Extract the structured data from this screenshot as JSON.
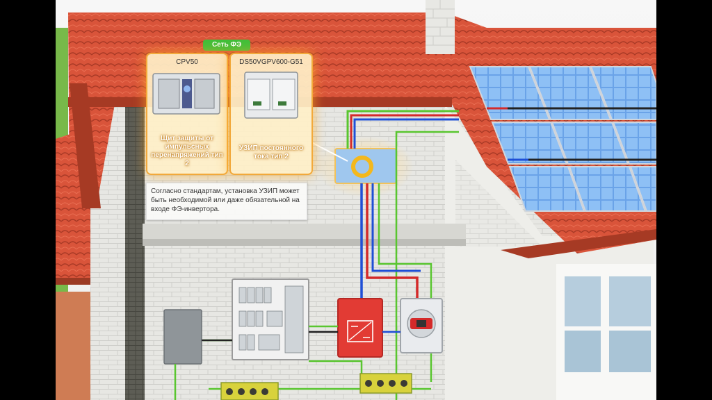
{
  "network_tag": "Сеть ФЭ",
  "devices": [
    {
      "model": "CPV50",
      "description": "Щит защиты от импульсных перенапряжений тип 2"
    },
    {
      "model": "DS50VGPV600-G51",
      "description": "УЗИП постоянного тока тип 2"
    }
  ],
  "note": "Согласно стандартам, установка УЗИП может быть необходимой или даже обязательной на входе ФЭ-инвертора.",
  "colors": {
    "highlight": "#f2a93b",
    "tag_green": "#3fbf3a",
    "roof": "#d9543a",
    "wire_red": "#d42a2a",
    "wire_blue": "#1f4fd6",
    "wire_green": "#59c62f",
    "inverter": "#e23b34"
  }
}
